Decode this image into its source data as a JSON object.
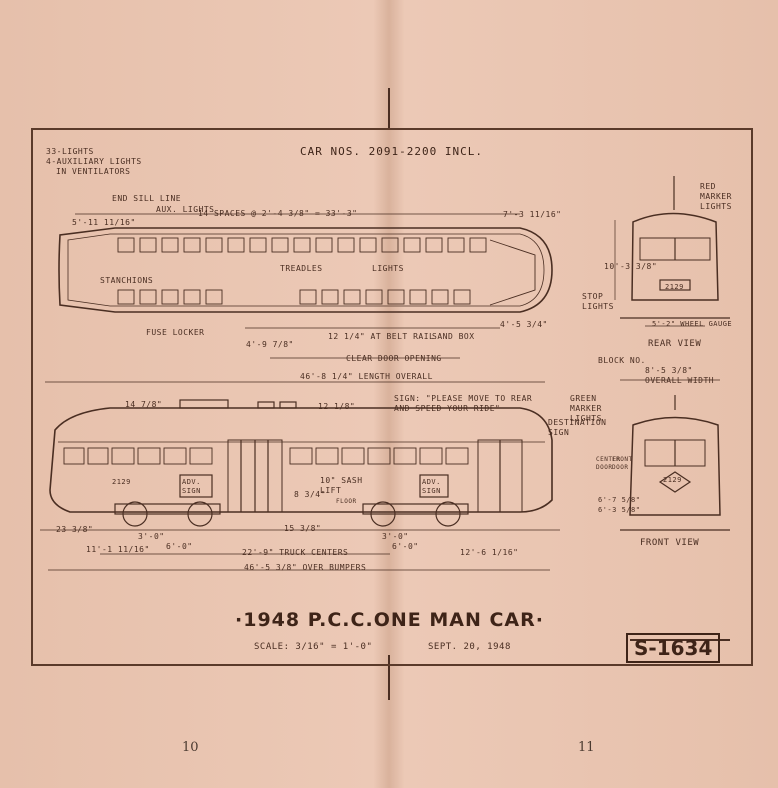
{
  "header": "CAR NOS. 2091-2200 INCL.",
  "lights_note": [
    "33-LIGHTS",
    "4-AUXILIARY LIGHTS",
    "IN VENTILATORS"
  ],
  "labels": {
    "end_sill_line": "END SILL LINE",
    "aux_lights": "AUX. LIGHTS",
    "spaces": "14 SPACES @ 2'-4 3/8\" = 33'-3\"",
    "left_dim": "5'-11 11/16\"",
    "right_dim": "7'-3 11/16\"",
    "treadles": "TREADLES",
    "lights": "LIGHTS",
    "stanchions": "STANCHIONS",
    "fuse_locker": "FUSE LOCKER",
    "belt_rail": "12 1/4\" AT BELT RAIL",
    "sand_box": "SAND BOX",
    "clear_door": "CLEAR DOOR OPENING",
    "dim_4_9": "4'-9 7/8\"",
    "dim_4_5": "4'-5 3/4\"",
    "length_overall": "46'-8 1/4\" LENGTH OVERALL",
    "sign_note": "SIGN: \"PLEASE MOVE TO REAR AND SPEED YOUR RIDE\"",
    "dim_14": "14 7/8\"",
    "dim_12": "12 1/8\"",
    "sash_lift": "10\" SASH LIFT",
    "floor": "FLOOR",
    "adv_sign": "ADV. SIGN",
    "car_number": "2129",
    "dim_3_0": "3'-0\"",
    "dim_6_0": "6'-0\"",
    "truck_centers": "22'-9\" TRUCK CENTERS",
    "over_bumpers": "46'-5 3/8\" OVER BUMPERS",
    "dim_11": "11'-1 11/16\"",
    "dim_12_6": "12'-6 1/16\"",
    "dim_23": "23 3/8\"",
    "dim_15": "15 3/8\"",
    "dim_8": "8 3/4\""
  },
  "rear_view": {
    "red_marker": "RED MARKER LIGHTS",
    "stop_lights": "STOP LIGHTS",
    "height": "10'-3 3/8\"",
    "gauge": "5'-2\" WHEEL GAUGE",
    "caption": "REAR VIEW",
    "car_number": "2129"
  },
  "front_view": {
    "block_no": "BLOCK NO.",
    "overall_width": "8'-5 3/8\" OVERALL WIDTH",
    "green_marker": "GREEN MARKER LIGHTS",
    "destination": "DESTINATION SIGN",
    "center_door": "CENTER DOOR",
    "front_door": "FRONT DOOR",
    "dim_a": "6'-7 5/8\"",
    "dim_b": "6'-3 5/8\"",
    "caption": "FRONT VIEW",
    "car_number": "2129"
  },
  "title": "·1948 P.C.C.ONE MAN CAR·",
  "scale": "SCALE: 3/16\" = 1'-0\"",
  "date": "SEPT. 20, 1948",
  "drawing_no": "S-1634",
  "page_left": "10",
  "page_right": "11"
}
